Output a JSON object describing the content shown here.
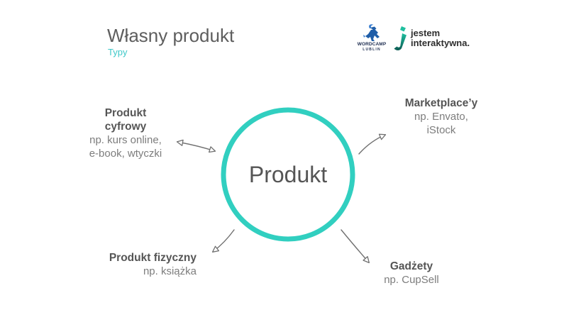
{
  "slide": {
    "title": "Własny produkt",
    "subtitle": "Typy"
  },
  "logos": {
    "wordcamp": {
      "icon": "goat-icon",
      "line1": "WORDCAMP",
      "line2": "LUBLIN"
    },
    "agency": {
      "icon": "j-mark-icon",
      "line1": "jestem",
      "line2": "interaktywna."
    }
  },
  "diagram": {
    "center_label": "Produkt",
    "nodes": [
      {
        "title_lines": [
          "Produkt",
          "cyfrowy"
        ],
        "detail_lines": [
          "np. kurs online,",
          "e-book, wtyczki"
        ]
      },
      {
        "title_lines": [
          "Marketplace’y"
        ],
        "detail_lines": [
          "np. Envato,",
          "iStock"
        ]
      },
      {
        "title_lines": [
          "Produkt fizyczny"
        ],
        "detail_lines": [
          "np. książka"
        ]
      },
      {
        "title_lines": [
          "Gadżety"
        ],
        "detail_lines": [
          "np. CupSell"
        ]
      }
    ],
    "edges": [
      {
        "to_node": 0,
        "double_headed": true
      },
      {
        "to_node": 1,
        "double_headed": false
      },
      {
        "to_node": 2,
        "double_headed": false
      },
      {
        "to_node": 3,
        "double_headed": false
      }
    ]
  },
  "colors": {
    "accent": "#31cfc0",
    "subtitle": "#3ec8c8",
    "heading": "#5e5e5e",
    "label": "#555555",
    "detail": "#7d7d7d",
    "arrow": "#707070",
    "wordcamp_blue": "#1f5ea8",
    "wordcamp_light": "#3b7fd0",
    "wordcamp_navy": "#1d2d50",
    "agency_teal": "#1fbf9f",
    "agency_dark": "#0c5a52",
    "agency_text": "#2e2e2e"
  }
}
